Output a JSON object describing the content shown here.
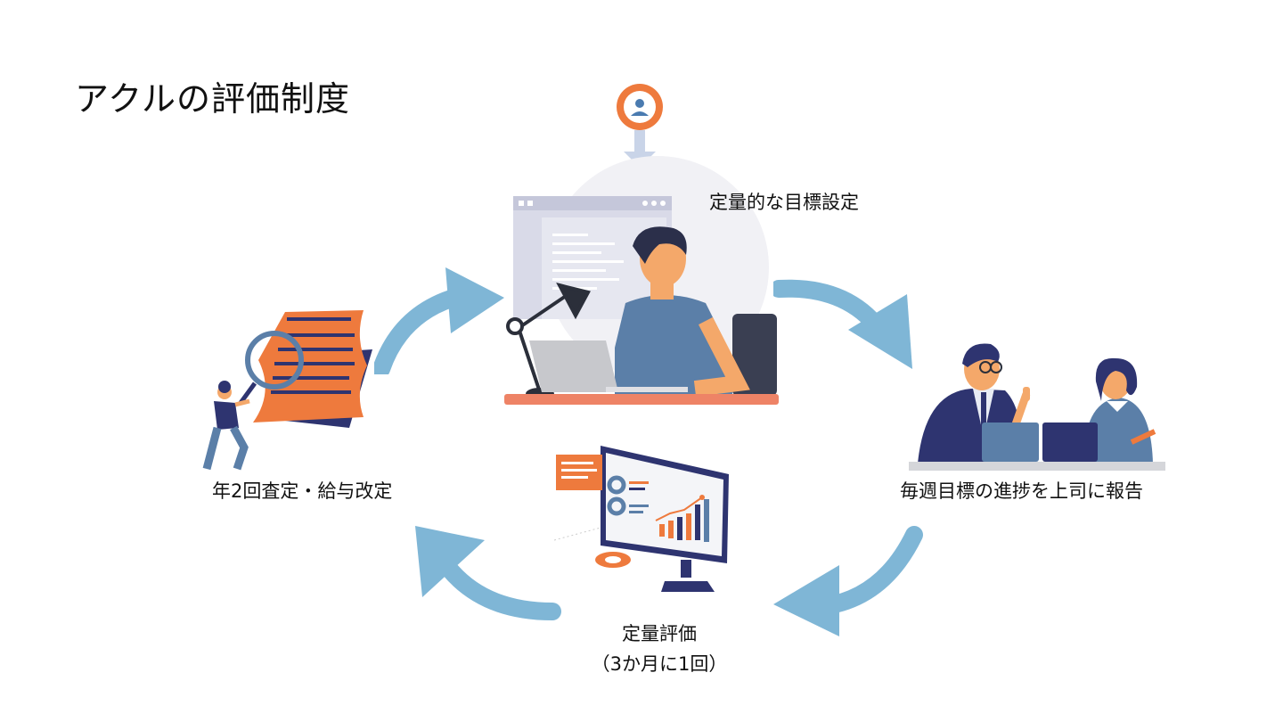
{
  "title": "アクルの評価制度",
  "steps": {
    "goal": "定量的な目標設定",
    "report": "毎週目標の進捗を上司に報告",
    "evaluation_line1": "定量評価",
    "evaluation_line2": "（3か月に1回）",
    "review": "年2回査定・給与改定"
  },
  "colors": {
    "arrow": "#7fb6d6",
    "navy": "#2e3470",
    "orange": "#ee7a3d",
    "skin": "#f4a86a",
    "shirt": "#5b7fa8"
  }
}
